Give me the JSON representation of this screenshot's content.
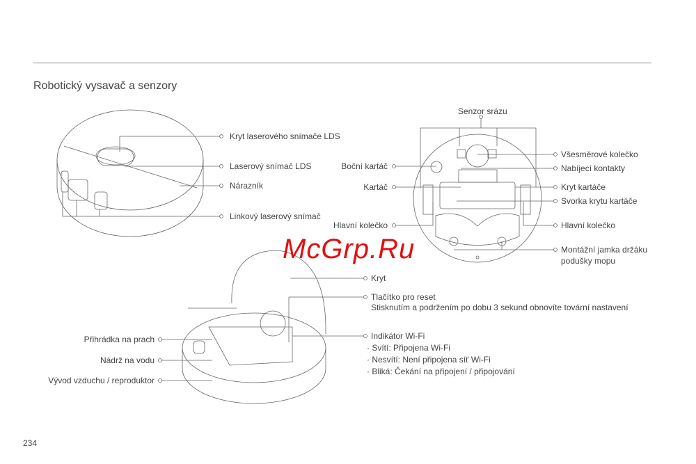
{
  "title": "Robotický vysavač a senzory",
  "top_view": {
    "labels": [
      "Kryt laserového snímače LDS",
      "Laserový snímač LDS",
      "Nárazník",
      "Linkový laserový snímač"
    ]
  },
  "bottom_view": {
    "top_label": "Senzor srázu",
    "left_labels": [
      "Boční kartáč",
      "Kartáč",
      "Hlavní kolečko"
    ],
    "right_labels": [
      "Všesměrové kolečko",
      "Nabíjecí kontakty",
      "Kryt kartáče",
      "Svorka krytu kartáče",
      "Hlavní kolečko",
      "Montážní jamka držáku",
      "podušky mopu"
    ]
  },
  "open_view": {
    "left_labels": [
      "Přihrádka na prach",
      "Nádrž na vodu",
      "Vývod vzduchu / reproduktor"
    ],
    "kryt": "Kryt",
    "reset_title": "Tlačítko pro reset",
    "reset_desc": "Stisknutím a podržením po dobu 3 sekund obnovíte tovární nastavení",
    "wifi_title": "Indikátor Wi-Fi",
    "wifi_states": [
      "· Svítí: Připojena Wi-Fi",
      "· Nesvítí: Není připojena síť Wi-Fi",
      "· Bliká: Čekání na připojení / připojování"
    ]
  },
  "watermark": "McGrp.Ru",
  "page_number": "234"
}
